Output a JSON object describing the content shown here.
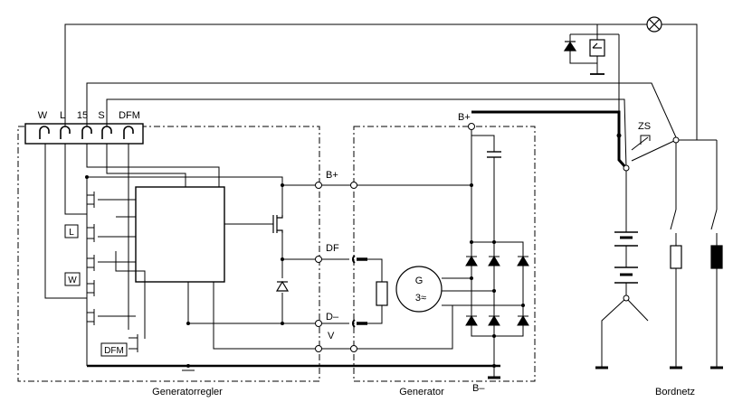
{
  "connector": {
    "pins": [
      {
        "id": "W",
        "label": "W"
      },
      {
        "id": "L",
        "label": "L"
      },
      {
        "id": "15",
        "label": "15"
      },
      {
        "id": "S",
        "label": "S"
      },
      {
        "id": "DFM",
        "label": "DFM"
      }
    ]
  },
  "terminals": {
    "b_plus": "B+",
    "df": "DF",
    "d_minus": "D–",
    "v": "V",
    "b_plus_gen": "B+",
    "b_minus": "B–"
  },
  "regulator_boxes": {
    "l": "L",
    "w": "W",
    "dfm": "DFM"
  },
  "generator": {
    "g_label": "G",
    "phase_label": "3≈"
  },
  "switch": {
    "zs": "ZS"
  },
  "sections": {
    "regulator": "Generatorregler",
    "generator": "Generator",
    "onboard": "Bordnetz"
  }
}
